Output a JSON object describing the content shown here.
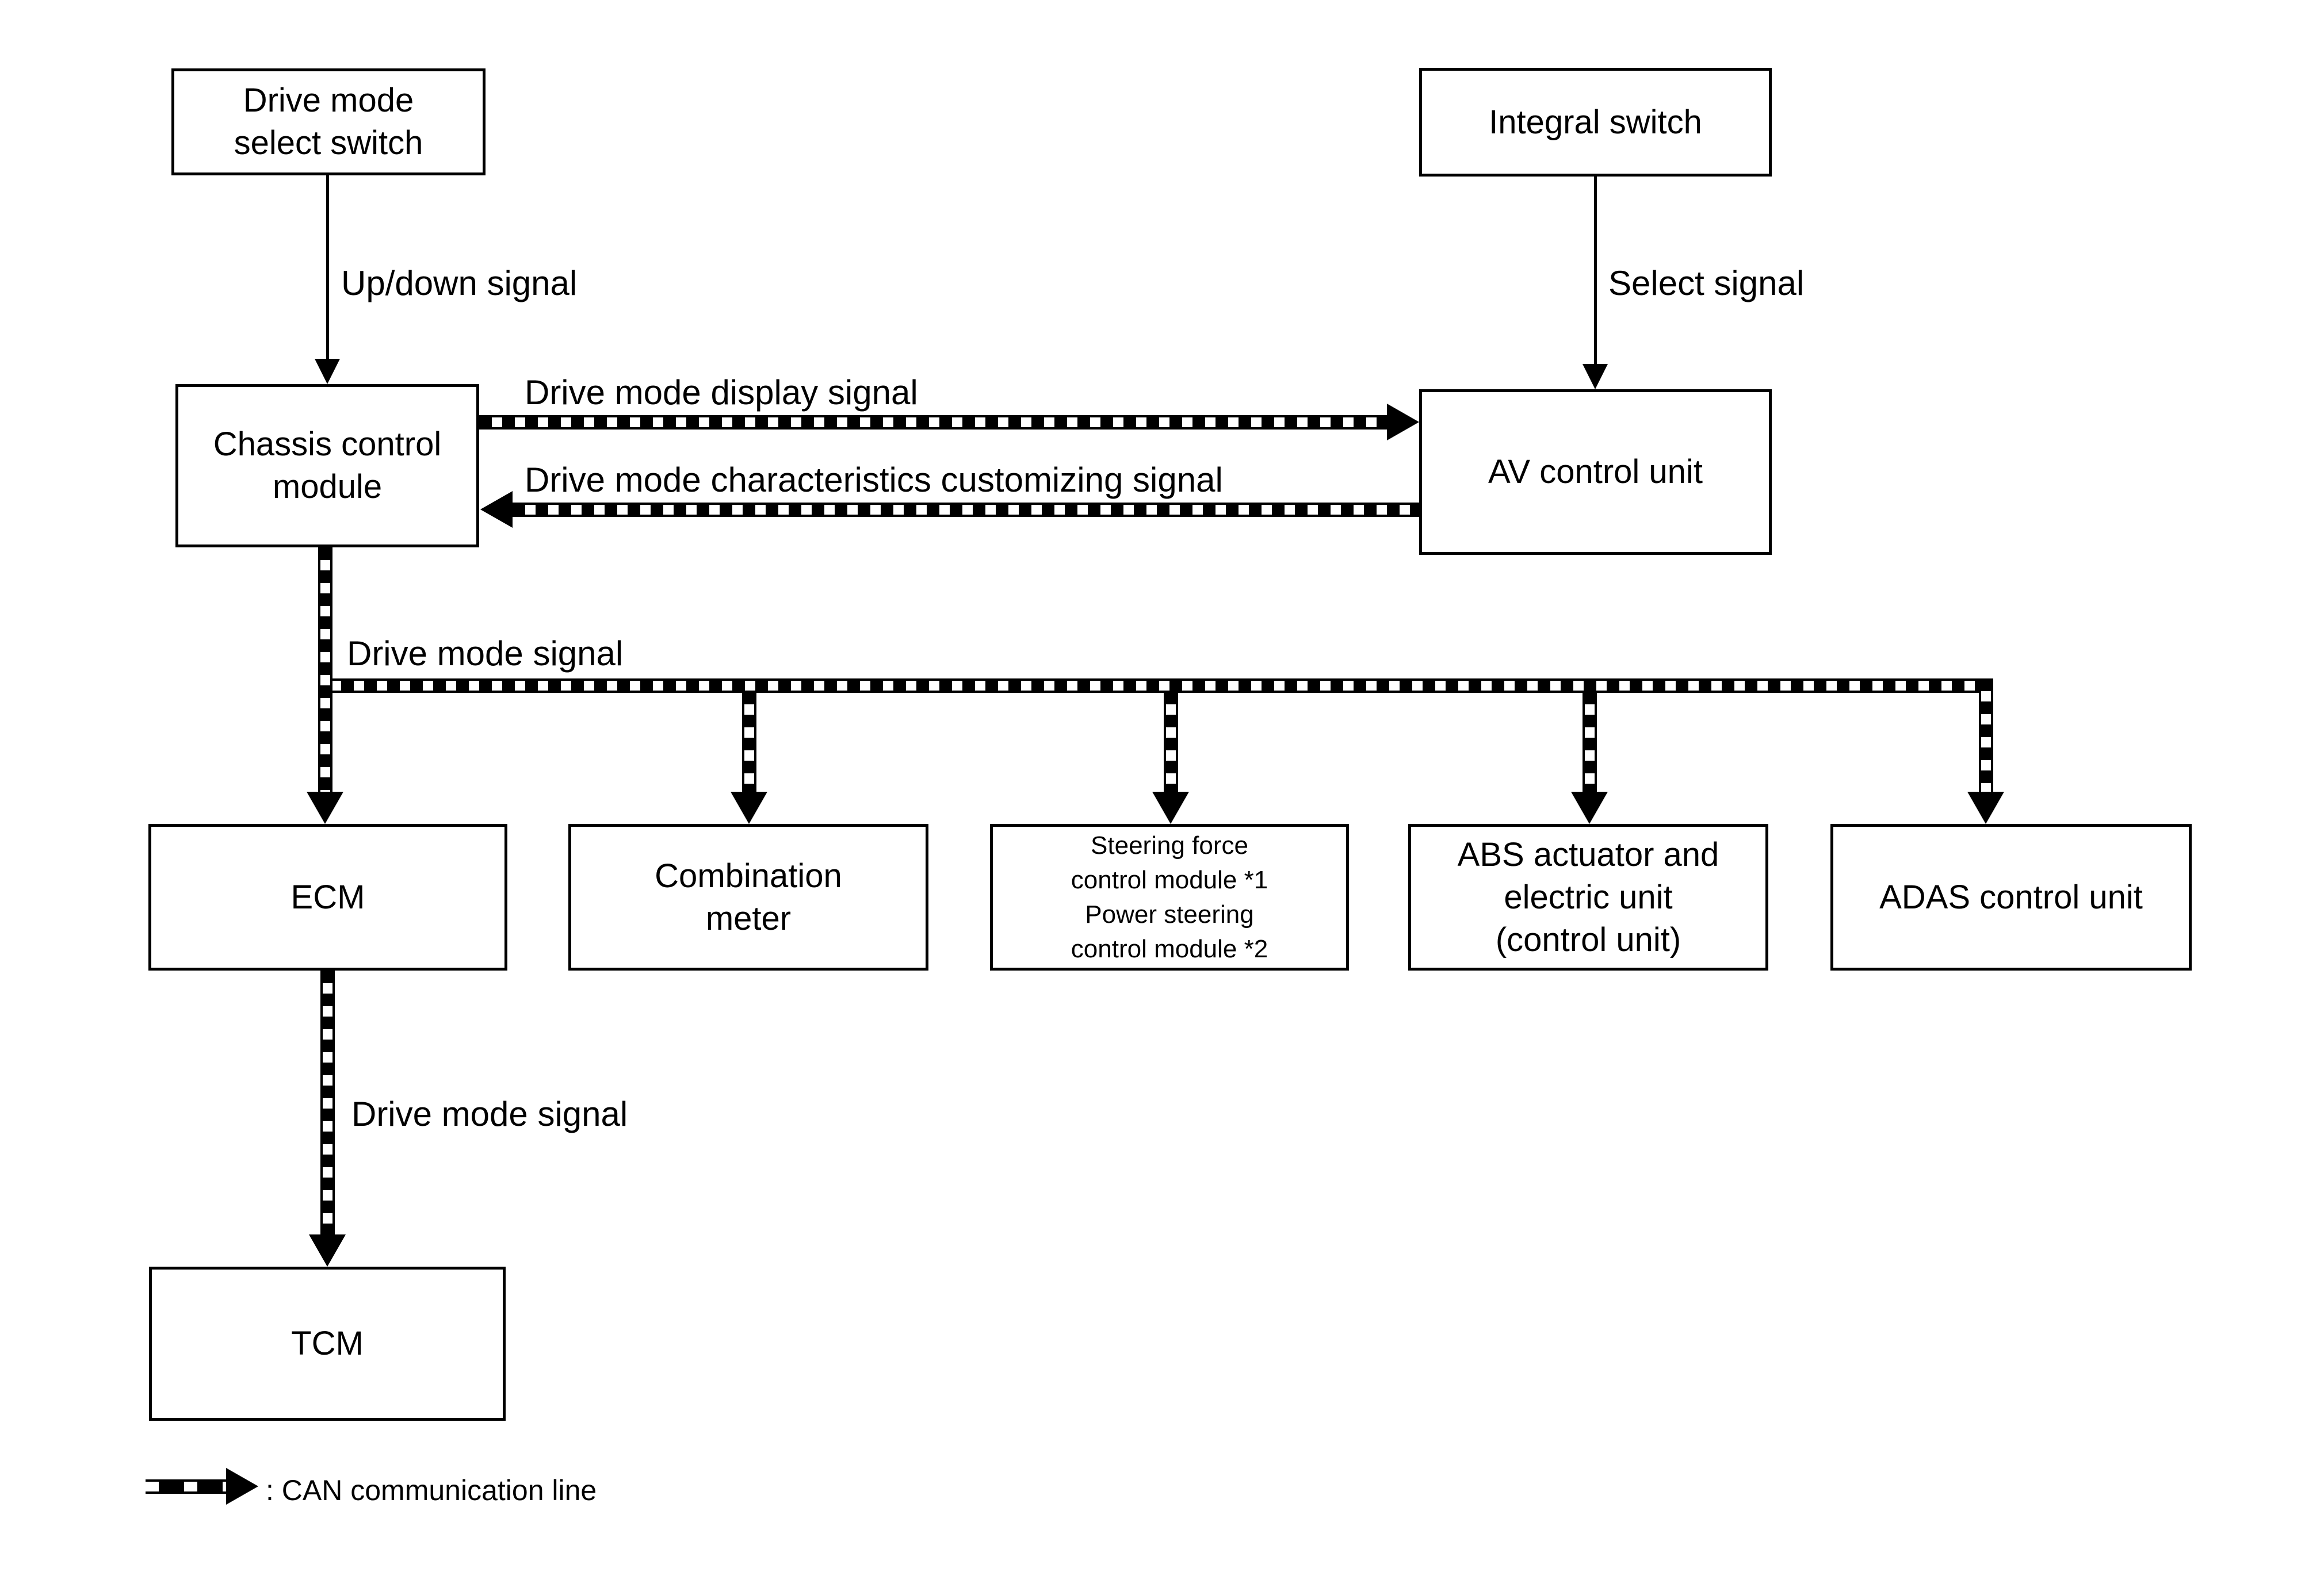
{
  "colors": {
    "ink": "#000000",
    "paper": "#ffffff"
  },
  "nodes": {
    "drive_mode_select_switch": {
      "lines": [
        "Drive mode",
        "select switch"
      ]
    },
    "integral_switch": {
      "lines": [
        "Integral switch"
      ]
    },
    "chassis_control_module": {
      "lines": [
        "Chassis control",
        "module"
      ]
    },
    "av_control_unit": {
      "lines": [
        "AV control unit"
      ]
    },
    "ecm": {
      "lines": [
        "ECM"
      ]
    },
    "combination_meter": {
      "lines": [
        "Combination",
        "meter"
      ]
    },
    "steering_modules": {
      "lines": [
        "Steering force",
        "control module *1",
        "Power steering",
        "control module *2"
      ]
    },
    "abs_unit": {
      "lines": [
        "ABS actuator and",
        "electric unit",
        "(control unit)"
      ]
    },
    "adas_control_unit": {
      "lines": [
        "ADAS control unit"
      ]
    },
    "tcm": {
      "lines": [
        "TCM"
      ]
    }
  },
  "labels": {
    "up_down_signal": "Up/down signal",
    "select_signal": "Select signal",
    "drive_mode_display_signal": "Drive mode display signal",
    "drive_mode_customizing_signal": "Drive mode characteristics customizing signal",
    "drive_mode_signal_bus": "Drive mode signal",
    "drive_mode_signal_ecm_tcm": "Drive mode signal"
  },
  "legend": {
    "can_line": ": CAN communication line"
  }
}
